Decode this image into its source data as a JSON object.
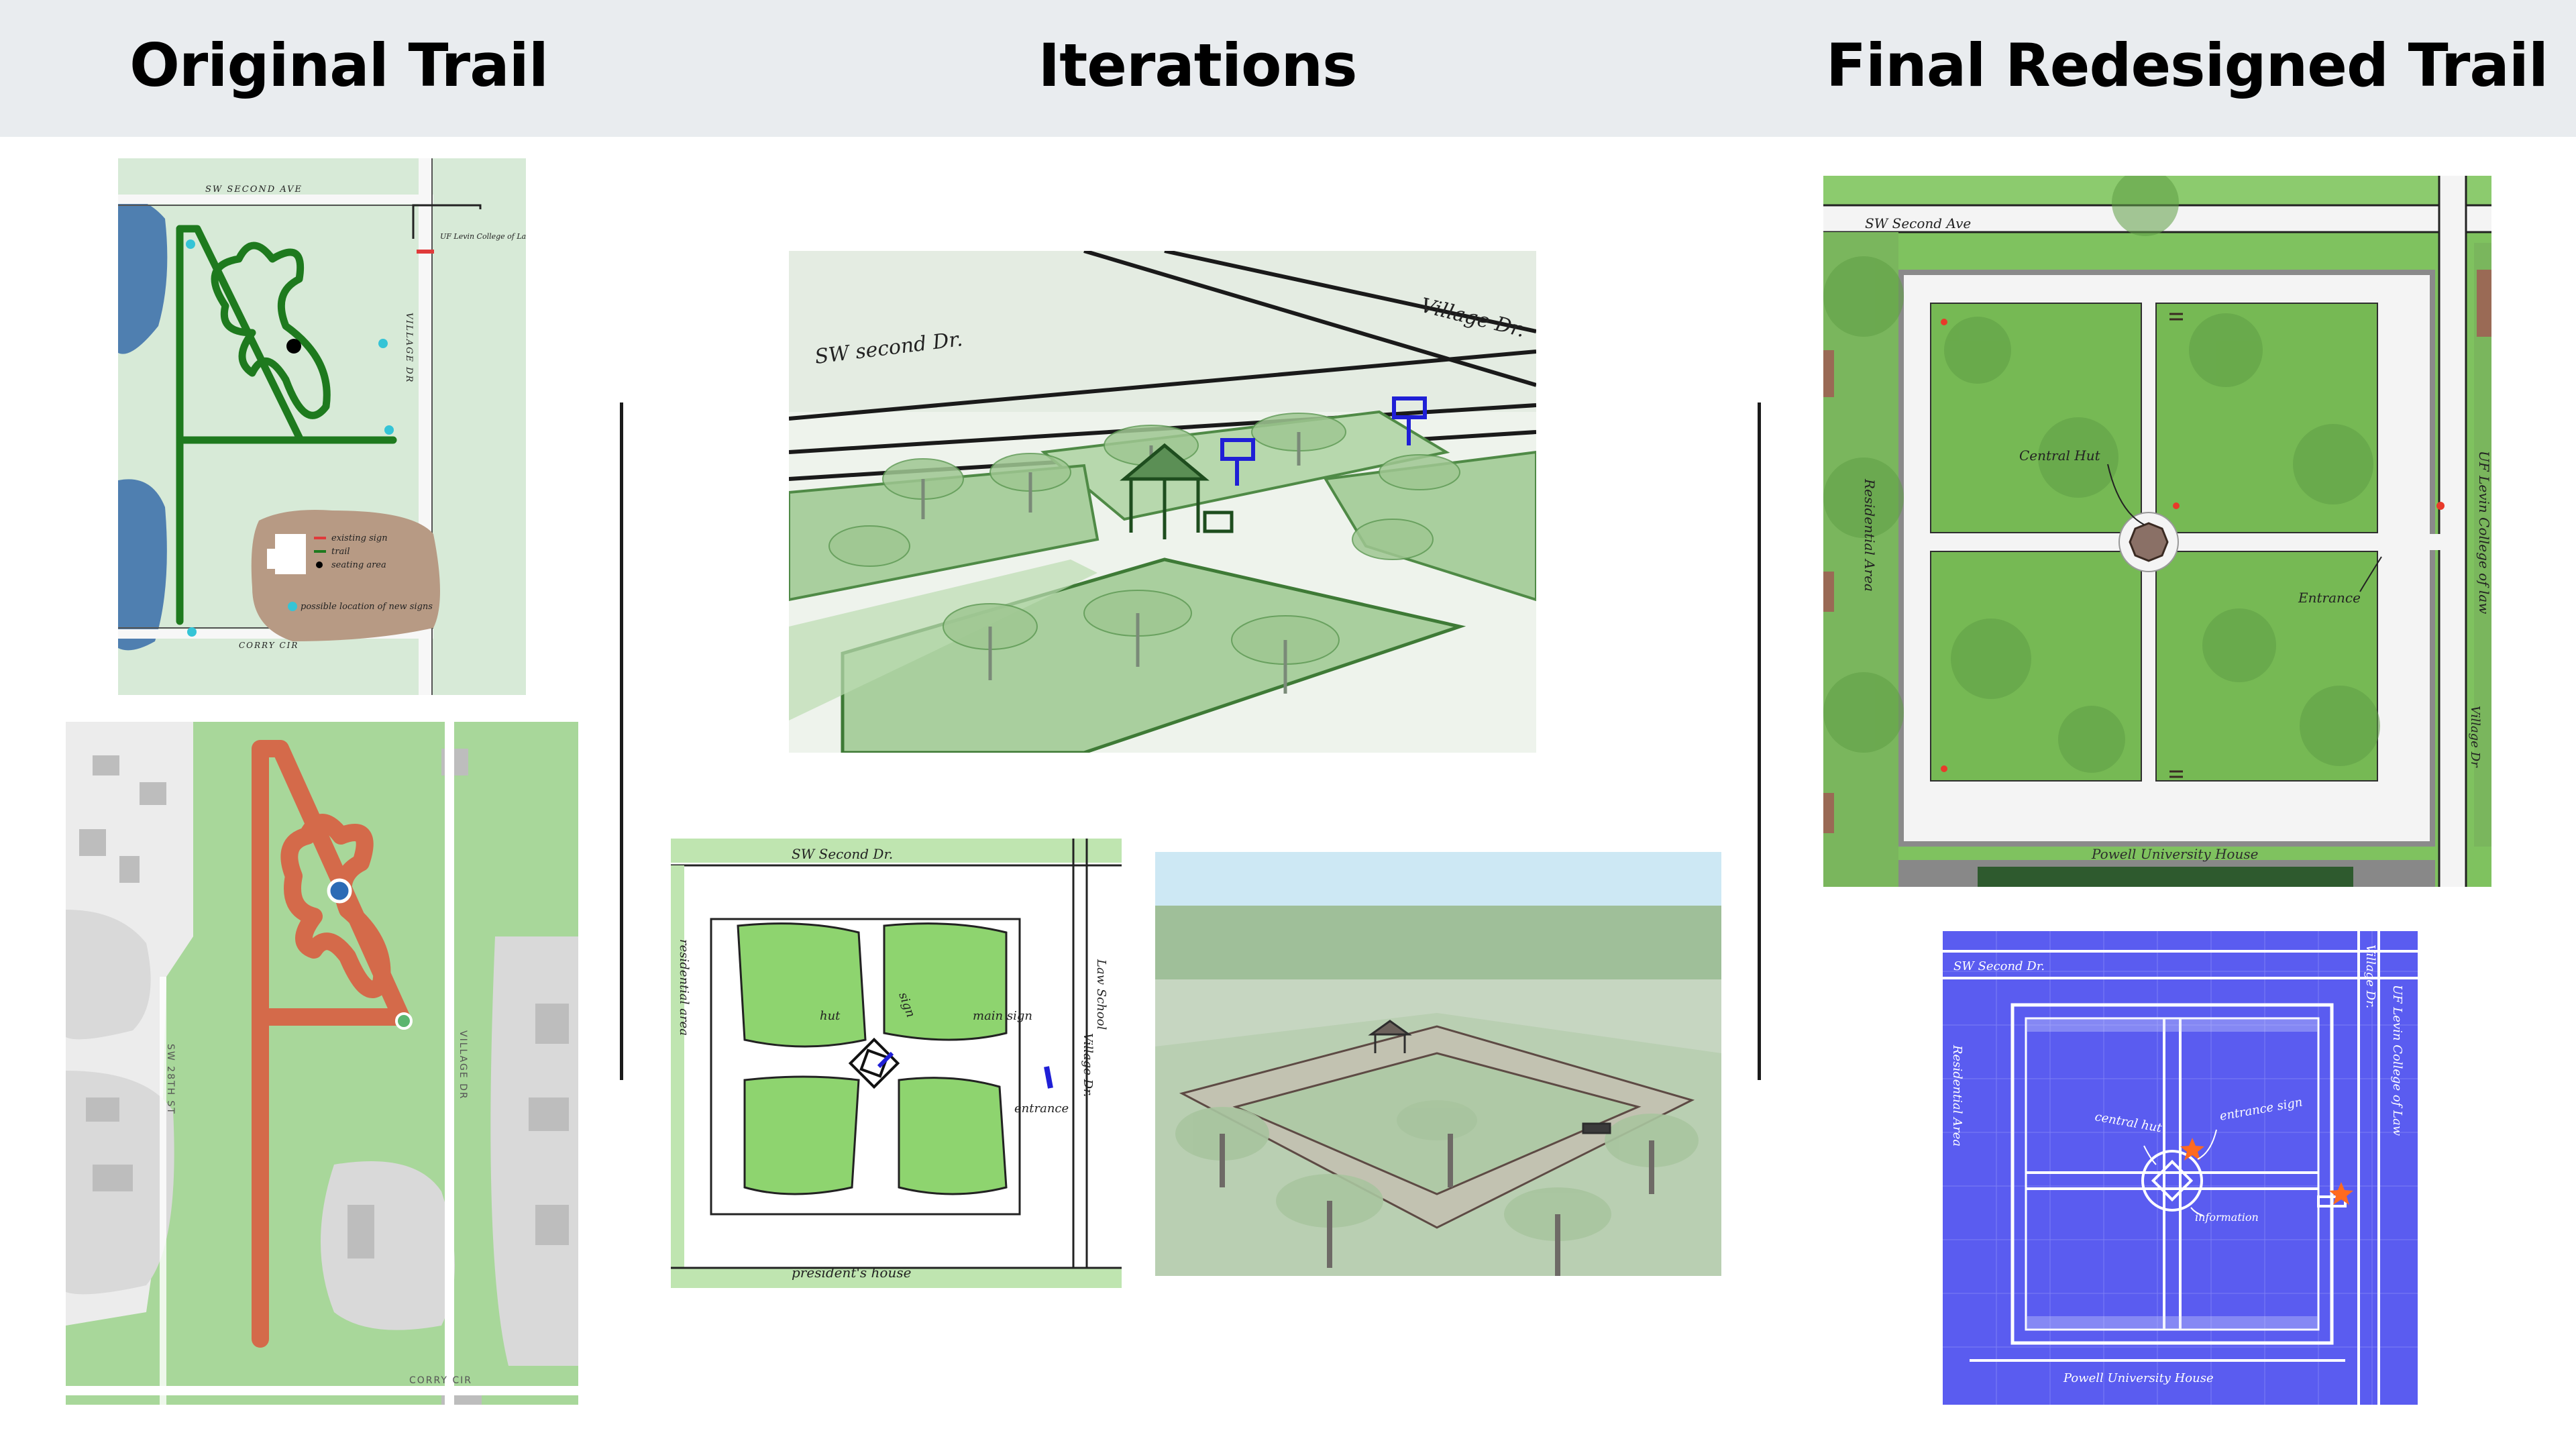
{
  "header": {
    "col1_title": "Original Trail",
    "col2_title": "Iterations",
    "col3_title": "Final Redesigned Trail"
  },
  "orig_sketch": {
    "street_top": "SW SECOND AVE",
    "street_right": "VILLAGE DR",
    "street_bottom": "CORRY CIR",
    "college": "UF Levin College of Law",
    "legend_sign": "existing sign",
    "legend_trail": "trail",
    "legend_seating": "seating area",
    "legend_new": "possible location of new signs"
  },
  "orig_map": {
    "street_left": "SW 28TH ST",
    "street_right": "VILLAGE DR",
    "street_bottom": "CORRY CIR"
  },
  "iter_top": {
    "street_1": "SW second Dr.",
    "street_2": "Village Dr."
  },
  "iter_plan": {
    "street_top": "SW Second Dr.",
    "left_area": "residential area",
    "right_1": "Law School",
    "right_2": "Village Dr.",
    "hut": "hut",
    "sign": "sign",
    "main_sign": "main sign",
    "entrance": "entrance",
    "bottom": "president's house"
  },
  "final": {
    "street_top": "SW Second Ave",
    "central_hut": "Central Hut",
    "entrance": "Entrance",
    "left_area": "Residential Area",
    "right_college": "UF Levin College of law",
    "right_street": "Village Dr",
    "bottom_house": "Powell University House"
  },
  "blueprint": {
    "street_top": "SW Second Dr.",
    "left_area": "Residential Area",
    "right_street": "Village Dr.",
    "right_college": "UF Levin College of Law",
    "central_hut": "central hut",
    "entrance_sign": "entrance sign",
    "information": "information",
    "bottom_house": "Powell University House"
  },
  "colors": {
    "header_bg": "#e9ecef",
    "grass": "#7fbf5f",
    "trail_green": "#2e7d1f",
    "trail_orange": "#d46a4a",
    "blueprint": "#5a5cf0",
    "path_white": "#f4f4f4"
  }
}
